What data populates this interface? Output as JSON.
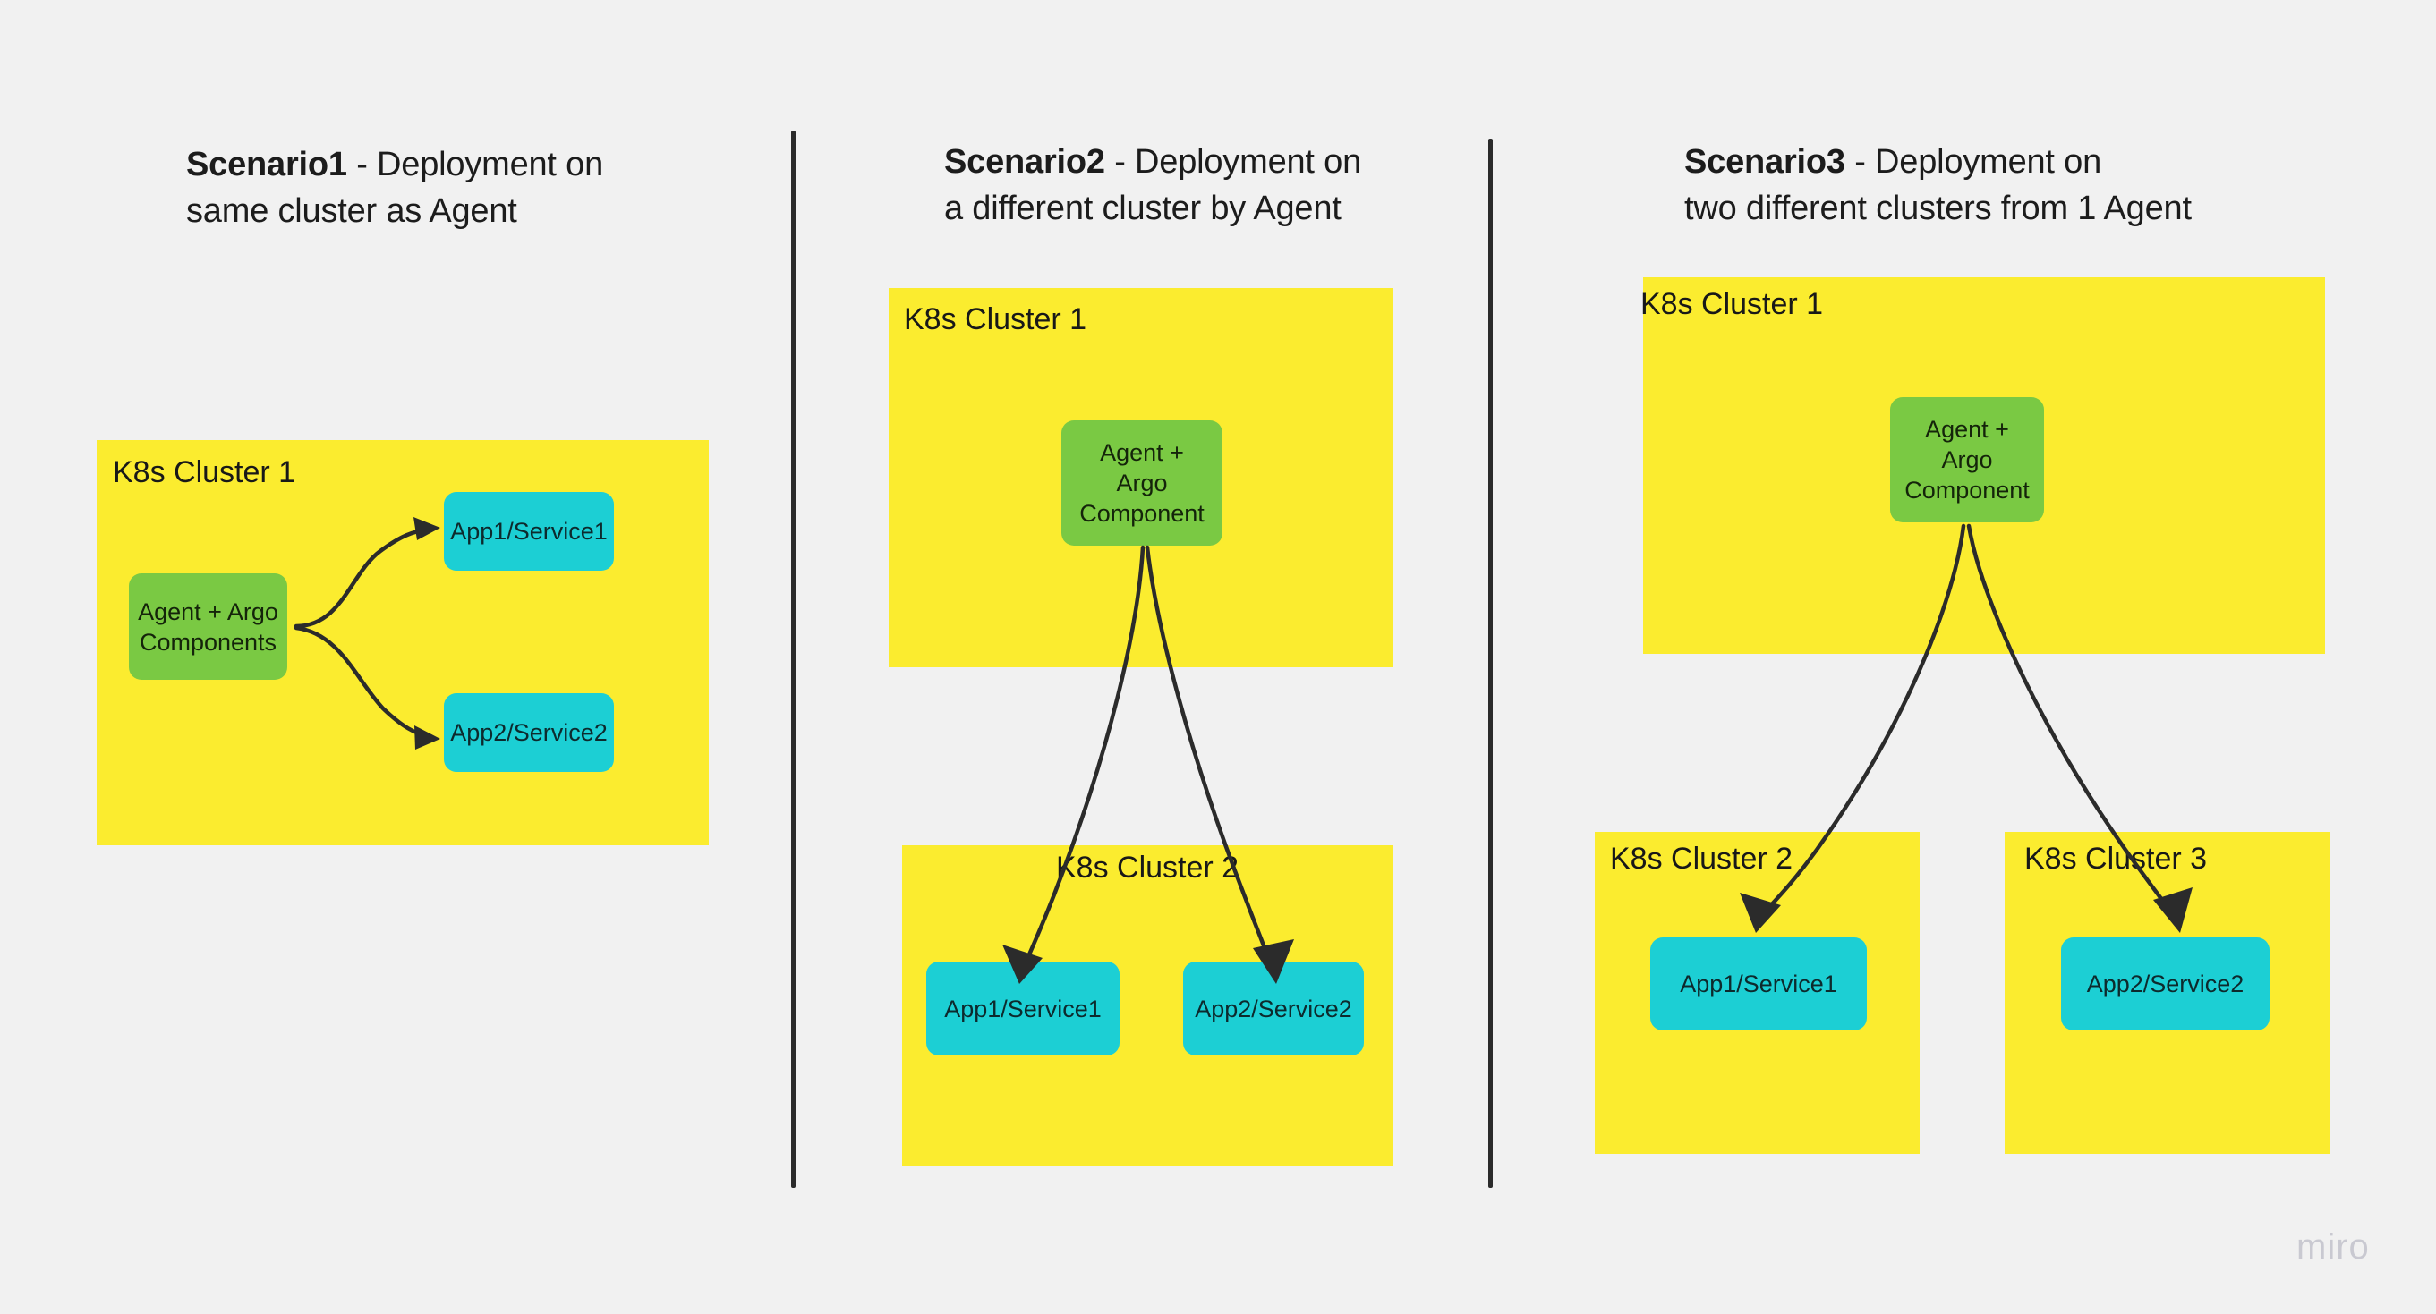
{
  "page": {
    "background_color": "#f1f1f1",
    "watermark": "miro"
  },
  "colors": {
    "cluster_yellow": "#fbec2f",
    "agent_green": "#7ac943",
    "app_cyan": "#1ccfd4",
    "arrow_dark": "#2b2b2b",
    "text_dark": "#1c1c1c",
    "watermark_gray": "#c9c9d1"
  },
  "scenarios": [
    {
      "id": "scenario1",
      "title_strong": "Scenario1",
      "title_rest": " - Deployment on\nsame cluster as Agent",
      "clusters": [
        {
          "id": "s1-cluster-1",
          "label": "K8s Cluster 1",
          "nodes": [
            {
              "id": "s1-agent",
              "kind": "agent",
              "label": "Agent + Argo\nComponents"
            },
            {
              "id": "s1-app1",
              "kind": "app",
              "label": "App1/Service1"
            },
            {
              "id": "s1-app2",
              "kind": "app",
              "label": "App2/Service2"
            }
          ]
        }
      ],
      "connections": [
        {
          "from": "s1-agent",
          "to": "s1-app1"
        },
        {
          "from": "s1-agent",
          "to": "s1-app2"
        }
      ]
    },
    {
      "id": "scenario2",
      "title_strong": "Scenario2",
      "title_rest": " - Deployment on\na different cluster by Agent",
      "clusters": [
        {
          "id": "s2-cluster-1",
          "label": "K8s Cluster 1",
          "nodes": [
            {
              "id": "s2-agent",
              "kind": "agent",
              "label": "Agent +\nArgo\nComponent"
            }
          ]
        },
        {
          "id": "s2-cluster-2",
          "label": "K8s Cluster 2",
          "nodes": [
            {
              "id": "s2-app1",
              "kind": "app",
              "label": "App1/Service1"
            },
            {
              "id": "s2-app2",
              "kind": "app",
              "label": "App2/Service2"
            }
          ]
        }
      ],
      "connections": [
        {
          "from": "s2-agent",
          "to": "s2-app1"
        },
        {
          "from": "s2-agent",
          "to": "s2-app2"
        }
      ]
    },
    {
      "id": "scenario3",
      "title_strong": "Scenario3",
      "title_rest": " - Deployment on\ntwo different clusters from 1 Agent",
      "clusters": [
        {
          "id": "s3-cluster-1",
          "label": "K8s Cluster 1",
          "nodes": [
            {
              "id": "s3-agent",
              "kind": "agent",
              "label": "Agent +\nArgo\nComponent"
            }
          ]
        },
        {
          "id": "s3-cluster-2",
          "label": "K8s Cluster 2",
          "nodes": [
            {
              "id": "s3-app1",
              "kind": "app",
              "label": "App1/Service1"
            }
          ]
        },
        {
          "id": "s3-cluster-3",
          "label": "K8s Cluster 3",
          "nodes": [
            {
              "id": "s3-app2",
              "kind": "app",
              "label": "App2/Service2"
            }
          ]
        }
      ],
      "connections": [
        {
          "from": "s3-agent",
          "to": "s3-app1"
        },
        {
          "from": "s3-agent",
          "to": "s3-app2"
        }
      ]
    }
  ]
}
